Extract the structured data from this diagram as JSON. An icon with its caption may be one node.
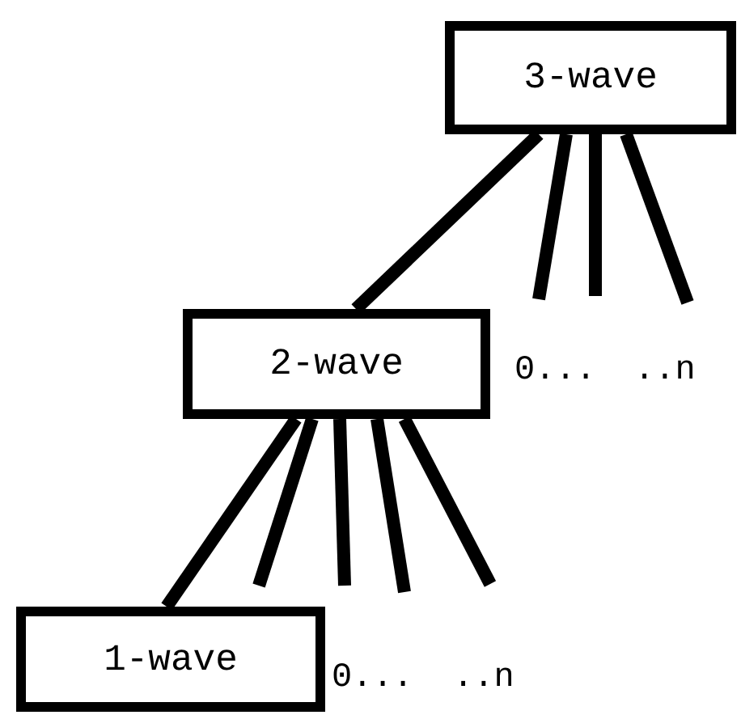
{
  "diagram": {
    "nodes": [
      {
        "text": [
          "3-wave"
        ]
      },
      {
        "text": [
          "2-wave"
        ]
      },
      {
        "text": [
          "1-wave"
        ]
      }
    ],
    "edges": [
      {
        "from": 0,
        "to": 1,
        "arrow": "none"
      },
      {
        "from": 0,
        "to": null,
        "arrow": "none"
      },
      {
        "from": 0,
        "to": null,
        "arrow": "none"
      },
      {
        "from": 0,
        "to": null,
        "arrow": "none"
      },
      {
        "from": 1,
        "to": 2,
        "arrow": "none"
      },
      {
        "from": 1,
        "to": null,
        "arrow": "none"
      },
      {
        "from": 1,
        "to": null,
        "arrow": "none"
      },
      {
        "from": 1,
        "to": null,
        "arrow": "none"
      },
      {
        "from": 1,
        "to": null,
        "arrow": "none"
      }
    ],
    "labels": [
      "0...",
      "..n",
      "0...",
      "..n"
    ]
  }
}
